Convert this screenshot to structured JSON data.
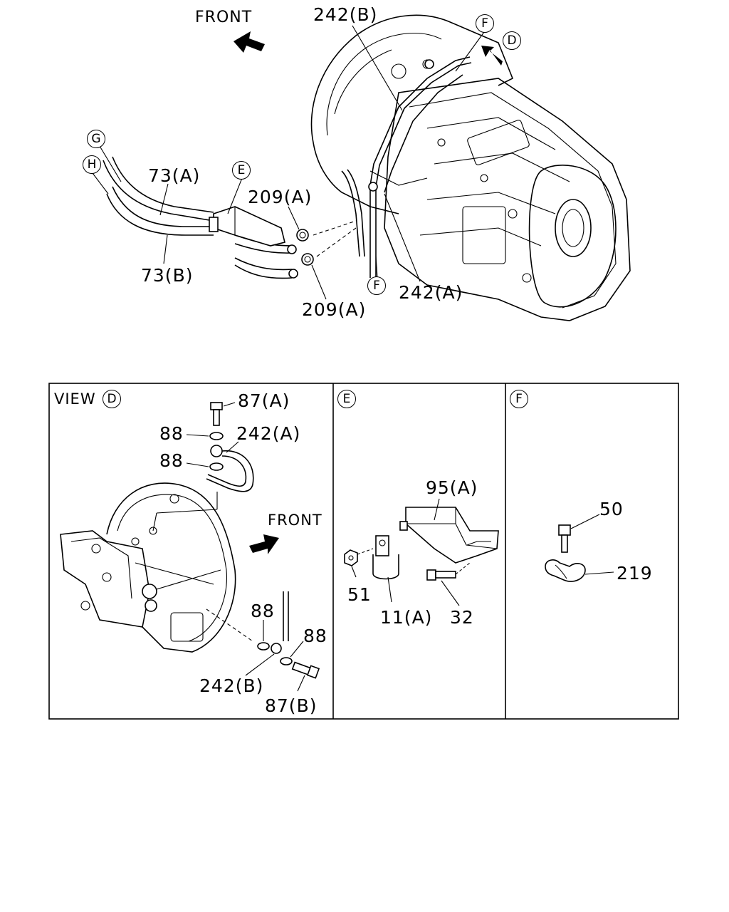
{
  "top": {
    "front_label": "FRONT",
    "callouts": {
      "c242b": "242(B)",
      "c73a": "73(A)",
      "c73b": "73(B)",
      "c209a_upper": "209(A)",
      "c209a_lower": "209(A)",
      "c242a": "242(A)"
    },
    "circles": {
      "f_top": "F",
      "d_view": "D",
      "g": "G",
      "h": "H",
      "e": "E",
      "f_bottom": "F"
    }
  },
  "panels": {
    "view_d": {
      "view_label": "VIEW",
      "view_circle": "D",
      "front_label": "FRONT",
      "callouts": {
        "c87a": "87(A)",
        "c88_1": "88",
        "c242a": "242(A)",
        "c88_2": "88",
        "c88_3": "88",
        "c88_4": "88",
        "c242b": "242(B)",
        "c87b": "87(B)"
      }
    },
    "panel_e": {
      "circle": "E",
      "callouts": {
        "c95a": "95(A)",
        "c51": "51",
        "c11a": "11(A)",
        "c32": "32"
      }
    },
    "panel_f": {
      "circle": "F",
      "callouts": {
        "c50": "50",
        "c219": "219"
      }
    }
  }
}
